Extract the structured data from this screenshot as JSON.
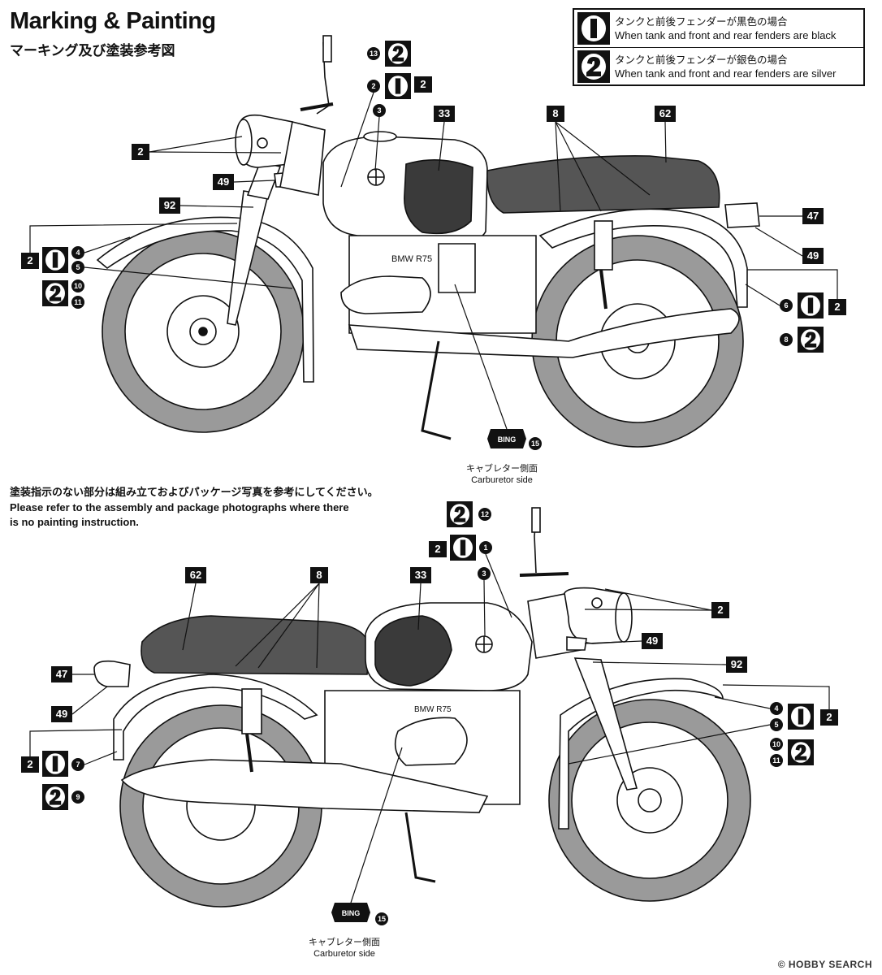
{
  "header": {
    "title": "Marking & Painting",
    "subtitle": "マーキング及び塗装参考図"
  },
  "legend": [
    {
      "marker": "1",
      "jp": "タンクと前後フェンダーが黒色の場合",
      "en": "When tank and front and rear fenders are black"
    },
    {
      "marker": "2",
      "jp": "タンクと前後フェンダーが銀色の場合",
      "en": "When tank and front and rear fenders are silver"
    }
  ],
  "note": {
    "jp": "塗装指示のない部分は組み立ておよびパッケージ写真を参考にしてください。",
    "en_line1": "Please refer to the assembly and package photographs where there",
    "en_line2": "is no painting instruction."
  },
  "tank_text": {
    "top": "BMW R75",
    "bottom": "BMW R75"
  },
  "carburetor": {
    "badge": "BING",
    "jp": "キャブレター側面",
    "en": "Carburetor side"
  },
  "watermark": "© HOBBY SEARCH",
  "colors": {
    "ink": "#111111",
    "tire": "#9a9a9a",
    "tank_panel": "#3a3a3a",
    "seat": "#555555",
    "frame_fill": "#ffffff"
  },
  "callouts_top": [
    {
      "code": "13",
      "markers": [
        "2"
      ]
    },
    {
      "code": "2",
      "markers": [
        "1",
        "2"
      ]
    },
    {
      "code": "3",
      "markers": []
    },
    {
      "code": "4",
      "markers": [
        "2",
        "1"
      ]
    },
    {
      "code": "5",
      "markers": []
    },
    {
      "code": "10",
      "markers": [
        "2"
      ]
    },
    {
      "code": "11",
      "markers": []
    },
    {
      "code": "6",
      "markers": [
        "1",
        "2"
      ]
    },
    {
      "code": "8",
      "markers": [
        "2"
      ]
    },
    {
      "code": "15",
      "markers": []
    }
  ],
  "callouts_bottom": [
    {
      "code": "12",
      "markers": [
        "2"
      ]
    },
    {
      "code": "1",
      "markers": [
        "2",
        "1"
      ]
    },
    {
      "code": "3",
      "markers": []
    },
    {
      "code": "4",
      "markers": [
        "1",
        "2"
      ]
    },
    {
      "code": "5",
      "markers": []
    },
    {
      "code": "10",
      "markers": [
        "2"
      ]
    },
    {
      "code": "11",
      "markers": []
    },
    {
      "code": "7",
      "markers": [
        "2",
        "1"
      ]
    },
    {
      "code": "9",
      "markers": [
        "2"
      ]
    },
    {
      "code": "15",
      "markers": []
    }
  ],
  "part_labels_top": [
    "2",
    "49",
    "92",
    "33",
    "8",
    "62",
    "47",
    "49",
    "2"
  ],
  "part_labels_bottom": [
    "62",
    "8",
    "33",
    "2",
    "49",
    "92",
    "47",
    "49",
    "2"
  ]
}
